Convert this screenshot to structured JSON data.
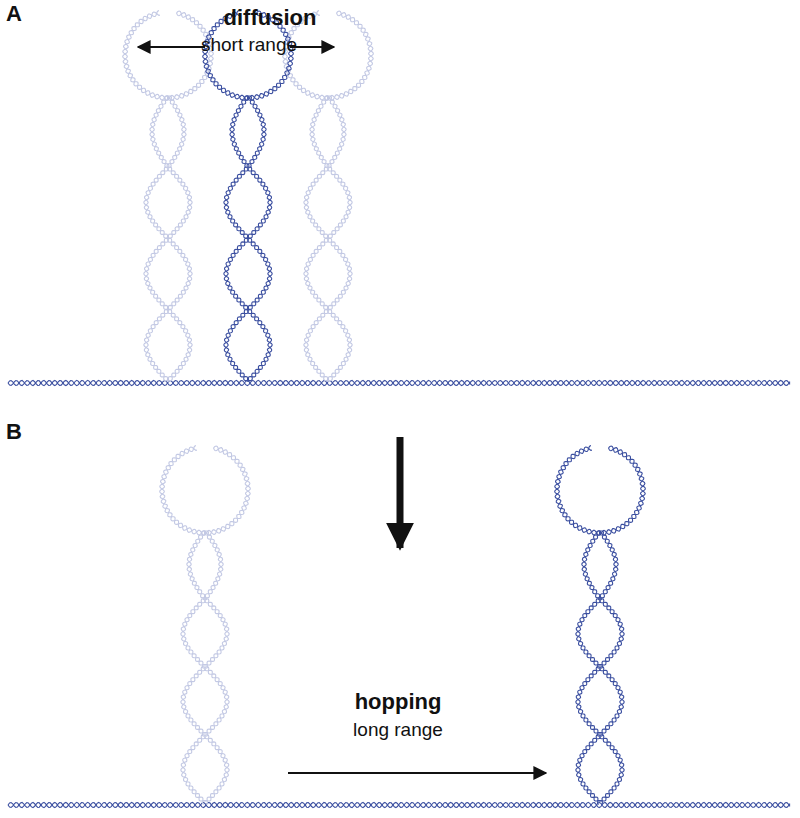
{
  "diagram": {
    "labels": [
      "A",
      "diffusion",
      "short range",
      "B",
      "hopping",
      "long range"
    ]
  }
}
